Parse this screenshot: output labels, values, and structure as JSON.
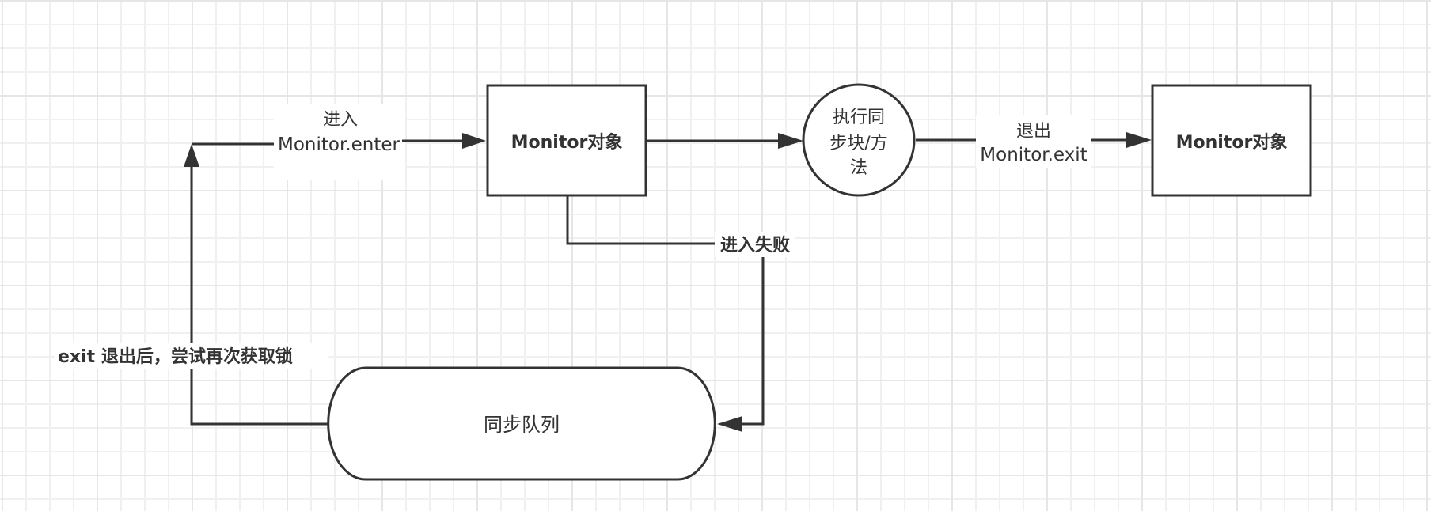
{
  "diagram": {
    "title": "",
    "colors": {
      "stroke": "#333333",
      "text": "#333333",
      "fill": "#ffffff",
      "grid_minor": "#f0f0f0",
      "grid_major": "#e6e6e6"
    },
    "nodes": {
      "monitor_enter_box": {
        "label": "Monitor对象",
        "shape": "rectangle",
        "bold": true
      },
      "execute_circle": {
        "lines": [
          "执行同",
          "步块/方",
          "法"
        ],
        "shape": "circle"
      },
      "monitor_exit_box": {
        "label": "Monitor对象",
        "shape": "rectangle",
        "bold": true
      },
      "sync_queue": {
        "label": "同步队列",
        "shape": "terminator"
      }
    },
    "edges": {
      "enter": {
        "from": "sync_queue",
        "to": "monitor_enter_box",
        "label_lines": [
          "进入",
          "Monitor.enter"
        ]
      },
      "to_execute": {
        "from": "monitor_enter_box",
        "to": "execute_circle",
        "label_lines": []
      },
      "exit": {
        "from": "execute_circle",
        "to": "monitor_exit_box",
        "label_lines": [
          "退出",
          "Monitor.exit"
        ]
      },
      "enter_failed": {
        "from": "monitor_enter_box",
        "to": "sync_queue",
        "label": "进入失败"
      },
      "retry": {
        "from": "sync_queue",
        "to": "monitor_enter_box",
        "label": "exit 退出后，尝试再次获取锁"
      }
    }
  }
}
